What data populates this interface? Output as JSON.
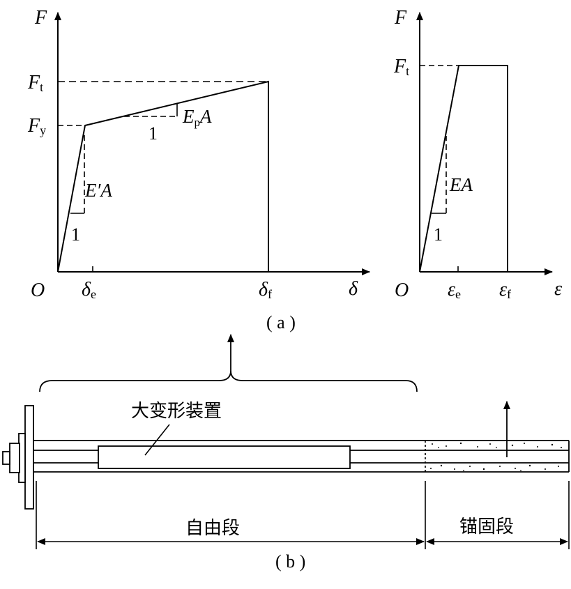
{
  "panel_a": {
    "caption": "( a )",
    "left_plot": {
      "y_axis_label": "F",
      "x_axis_label": "δ",
      "origin_label": "O",
      "f_t_main": "F",
      "f_t_sub": "t",
      "f_y_main": "F",
      "f_y_sub": "y",
      "delta_e_main": "δ",
      "delta_e_sub": "e",
      "delta_f_main": "δ",
      "delta_f_sub": "f",
      "elastic_slope_label": "E′A",
      "elastic_run_label": "1",
      "plastic_slope_main": "E",
      "plastic_slope_sub": "p",
      "plastic_slope_tail": "A",
      "plastic_run_label": "1"
    },
    "right_plot": {
      "y_axis_label": "F",
      "x_axis_label": "ε",
      "origin_label": "O",
      "f_t_main": "F",
      "f_t_sub": "t",
      "eps_e_main": "ε",
      "eps_e_sub": "e",
      "eps_f_main": "ε",
      "eps_f_sub": "f",
      "slope_label": "EA",
      "run_label": "1"
    }
  },
  "panel_b": {
    "caption": "( b )",
    "device_label": "大变形装置",
    "free_section_label": "自由段",
    "anchor_section_label": "锚固段"
  }
}
